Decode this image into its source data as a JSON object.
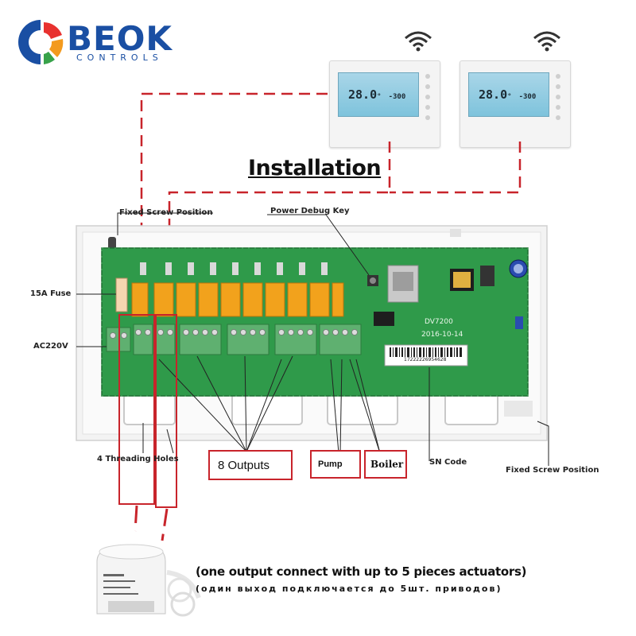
{
  "brand": {
    "name": "BEOK",
    "tagline": "CONTROLS"
  },
  "title": "Installation",
  "thermostats": [
    {
      "temp": "28.0",
      "unit": "°",
      "set": "-300"
    },
    {
      "temp": "28.0",
      "unit": "°",
      "set": "-300"
    }
  ],
  "labels": {
    "fixed_screw_top": "Fixed Screw Position",
    "power_debug": "Power Debug Key",
    "fuse": "15A Fuse",
    "ac": "AC220V",
    "threading": "4 Threading Holes",
    "outputs": "8 Outputs",
    "pump": "Pump",
    "boiler": "Boiler",
    "sn": "SN Code",
    "fixed_screw_right": "Fixed Screw Position"
  },
  "board": {
    "model": "DV7200",
    "date": "2016-10-14",
    "serial": "17222226954628"
  },
  "notes": {
    "en": "(one output connect with up to 5 pieces actuators)",
    "ru": "(один выход подключается до 5шт. приводов)"
  },
  "colors": {
    "brand": "#1a4fa3",
    "pcb": "#2f9a4a",
    "relay": "#f2a21c",
    "connector": "#5fb070",
    "callout": "#c8242b"
  }
}
